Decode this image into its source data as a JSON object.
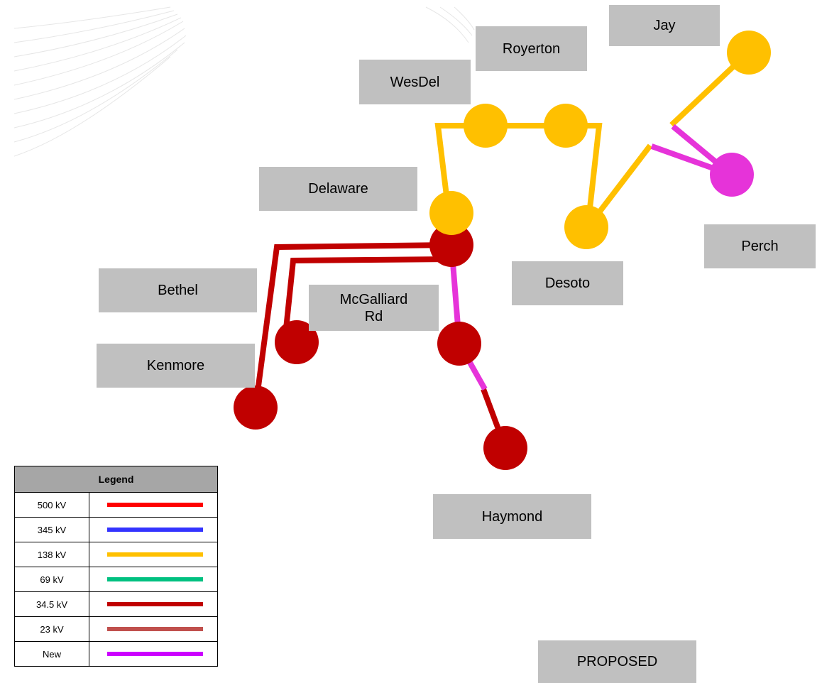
{
  "stations": [
    {
      "id": "jay",
      "label": "Jay",
      "color": "#ffc000"
    },
    {
      "id": "royerton",
      "label": "Royerton",
      "color": "#ffc000"
    },
    {
      "id": "wesdel",
      "label": "WesDel",
      "color": "#ffc000"
    },
    {
      "id": "delaware",
      "label": "Delaware",
      "color": "#ffc000"
    },
    {
      "id": "perch",
      "label": "Perch",
      "color": "#e633d9"
    },
    {
      "id": "desoto",
      "label": "Desoto",
      "color": "#ffc000"
    },
    {
      "id": "bethel",
      "label": "Bethel",
      "color": "#c00000"
    },
    {
      "id": "mcgalliard",
      "label": "McGalliard\nRd",
      "color": "#c00000"
    },
    {
      "id": "kenmore",
      "label": "Kenmore",
      "color": "#c00000"
    },
    {
      "id": "haymond",
      "label": "Haymond",
      "color": "#c00000"
    }
  ],
  "status_label": "PROPOSED",
  "legend": {
    "title": "Legend",
    "rows": [
      {
        "label": "500 kV",
        "color": "#ff0000"
      },
      {
        "label": "345 kV",
        "color": "#3333ff"
      },
      {
        "label": "138 kV",
        "color": "#ffc000"
      },
      {
        "label": "69 kV",
        "color": "#00c080"
      },
      {
        "label": "34.5 kV",
        "color": "#c00000"
      },
      {
        "label": "23 kV",
        "color": "#c0504d"
      },
      {
        "label": "New",
        "color": "#cc00ff"
      }
    ]
  },
  "colors": {
    "kv138": "#ffc000",
    "kv34_5": "#c00000",
    "new": "#e633d9",
    "label_box": "#c0c0c0"
  }
}
